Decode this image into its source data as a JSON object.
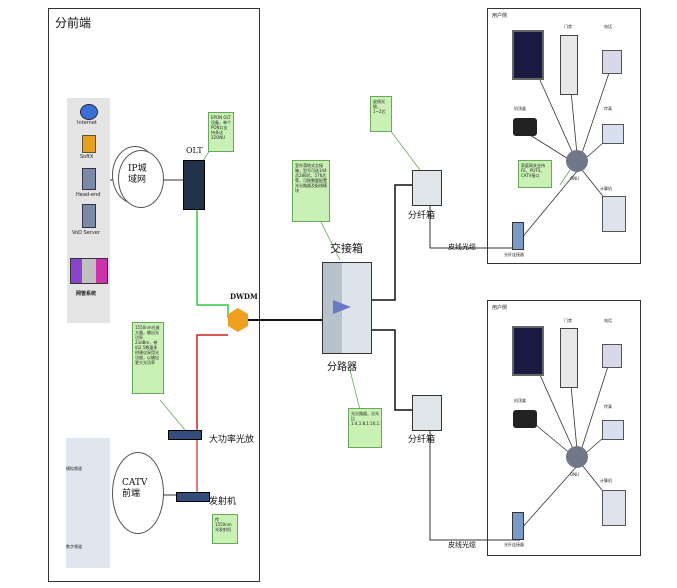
{
  "head_end": {
    "title": "分前端",
    "ip_cloud": "IP城\n域网",
    "olt": "OLT",
    "dwdm": "DWDM",
    "amp": "大功率光放",
    "tx": "发射机",
    "catv_cloud": "CATV\n前端",
    "mgmt_label": "网管系统",
    "servers": [
      "Internet",
      "SoftX",
      "Head-end",
      "VoD Server"
    ],
    "note_olt": "EPON OLT设备，单个PON口支持多达32ONU",
    "note_amp": "1550nm光放大器，输出光功率23dBm，带机2.5数量多时建议采用光功放，以输出更大光功率",
    "note_tx": "传1550nm光发射机",
    "catv_nodes": [
      "模拟频道",
      "数字频道"
    ]
  },
  "cabinet": {
    "label": "交接箱",
    "splitter": "分路器",
    "note_top": "室外落地式交接箱，型号可选144芯288芯、576芯等，可按需要配置光分路器及配线模块",
    "note_bottom": "光分路器，分光比1:4,1:8,1:16,1:32"
  },
  "branch": {
    "box_label": "分纤箱",
    "fiber_label": "皮线光缆",
    "panel_label": "光纤连接器",
    "note_top": "皮线光缆，1~2芯"
  },
  "home": {
    "title": "用户侧",
    "doorbell": "门禁",
    "phone": "电话",
    "fax": "传真",
    "computer": "计算机",
    "stb": "机顶盒",
    "onu": "ONU",
    "note": "家庭网关支持FE、POTS、CATV接口"
  },
  "colors": {
    "green_line": "#2ecc40",
    "red_line": "#d02020",
    "note_bg": "#c9f0b5",
    "dwdm_orange": "#f0a020"
  }
}
